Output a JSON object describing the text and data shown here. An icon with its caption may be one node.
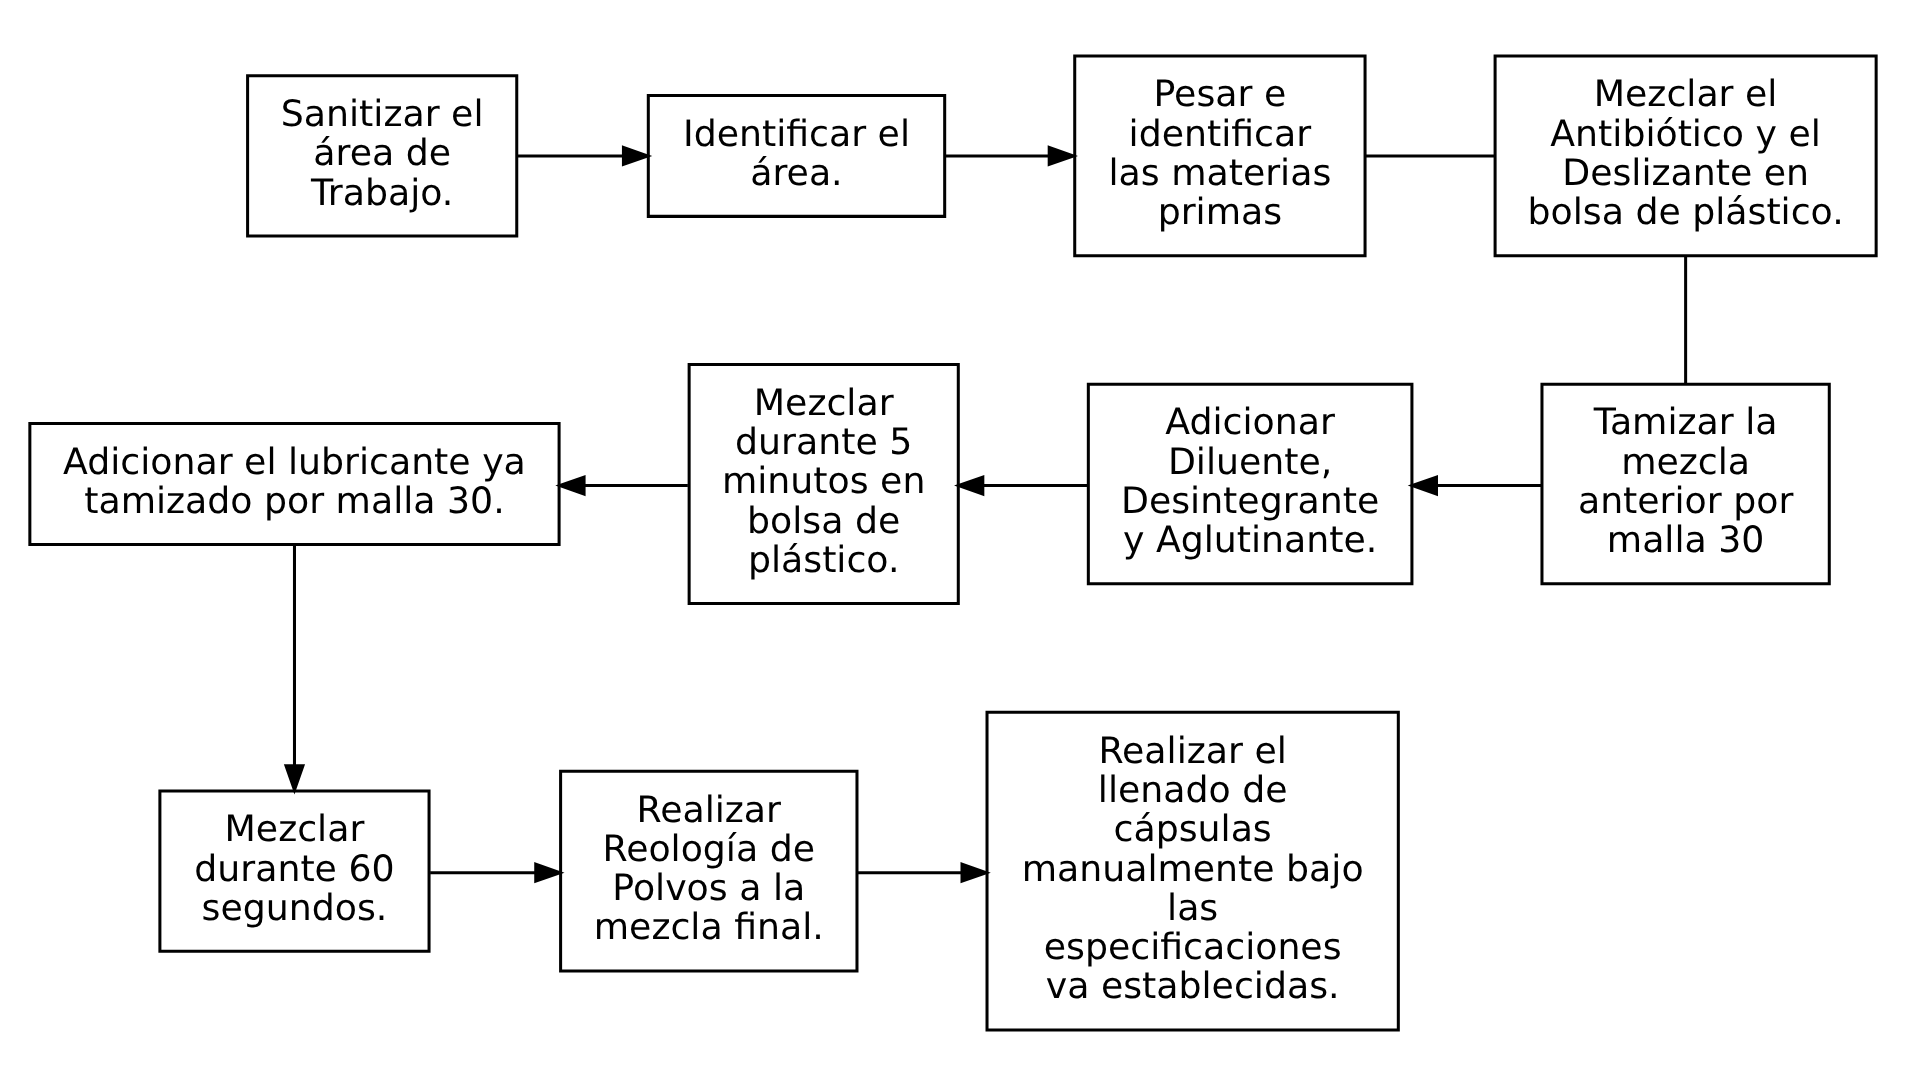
{
  "diagram": {
    "nodes": [
      {
        "text": [
          "Sanitizar el área de Trabajo."
        ]
      },
      {
        "text": [
          "Identificar el área."
        ]
      },
      {
        "text": [
          "Pesar e identificar las materias primas"
        ]
      },
      {
        "text": [
          "Mezclar el Antibiótico y el Deslizante en bolsa de plástico."
        ]
      },
      {
        "text": [
          "Tamizar la mezcla anterior por malla 30"
        ]
      },
      {
        "text": [
          "Adicionar Diluente, Desintegrante y Aglutinante."
        ]
      },
      {
        "text": [
          "Mezclar durante 5 minutos en bolsa de plástico."
        ]
      },
      {
        "text": [
          "Adicionar el lubricante ya tamizado por malla 30."
        ]
      },
      {
        "text": [
          "Mezclar durante 60 segundos."
        ]
      },
      {
        "text": [
          "Realizar Reología de Polvos a la mezcla final."
        ]
      },
      {
        "text": [
          "Realizar el llenado de cápsulas manualmente bajo las especificaciones va establecidas."
        ]
      }
    ],
    "edges": [
      {
        "from": 0,
        "to": 1,
        "arrow": "to"
      },
      {
        "from": 1,
        "to": 2,
        "arrow": "to"
      },
      {
        "from": 2,
        "to": 3,
        "arrow": "none"
      },
      {
        "from": 3,
        "to": 4,
        "arrow": "none"
      },
      {
        "from": 4,
        "to": 5,
        "arrow": "to"
      },
      {
        "from": 5,
        "to": 6,
        "arrow": "to"
      },
      {
        "from": 6,
        "to": 7,
        "arrow": "to"
      },
      {
        "from": 7,
        "to": 8,
        "arrow": "to"
      },
      {
        "from": 8,
        "to": 9,
        "arrow": "to"
      },
      {
        "from": 9,
        "to": 10,
        "arrow": "to"
      }
    ]
  }
}
